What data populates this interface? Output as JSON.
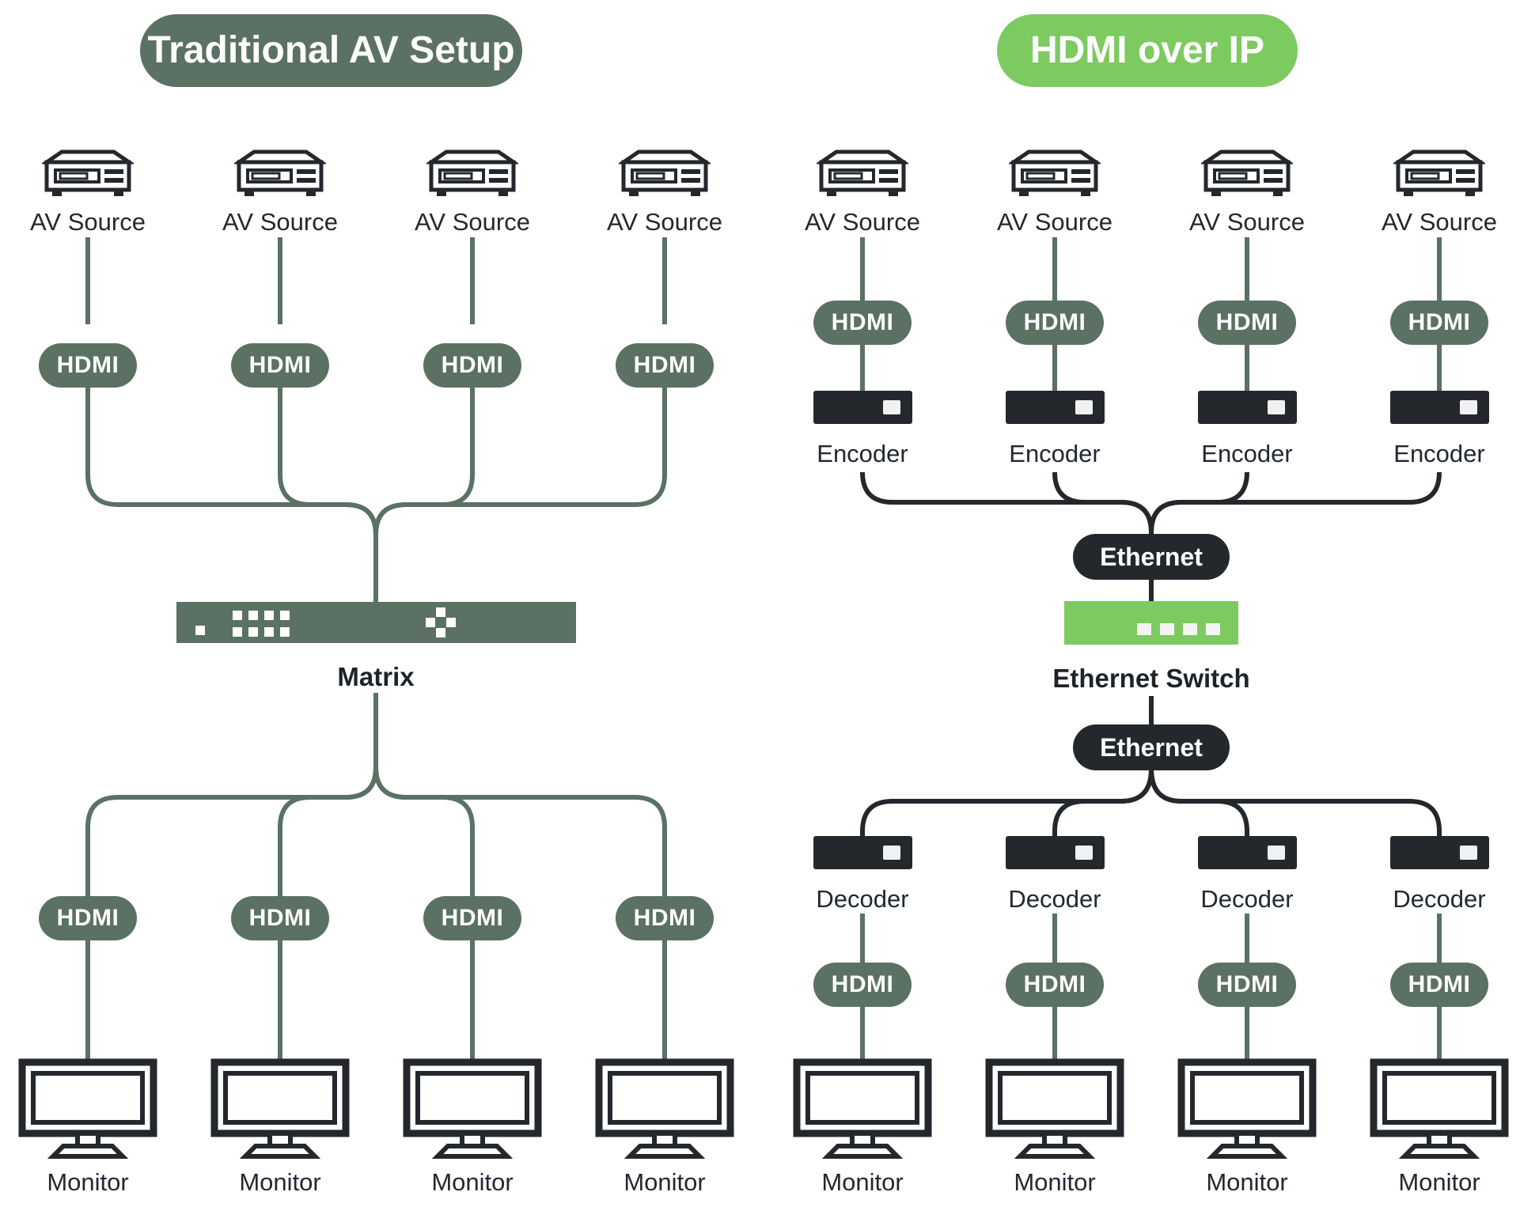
{
  "left_panel": {
    "title": "Traditional AV Setup",
    "av_sources": [
      "AV Source",
      "AV Source",
      "AV Source",
      "AV Source"
    ],
    "hdmi_inputs": [
      "HDMI",
      "HDMI",
      "HDMI",
      "HDMI"
    ],
    "matrix_label": "Matrix",
    "hdmi_outputs": [
      "HDMI",
      "HDMI",
      "HDMI",
      "HDMI"
    ],
    "monitors": [
      "Monitor",
      "Monitor",
      "Monitor",
      "Monitor"
    ]
  },
  "right_panel": {
    "title": "HDMI over IP",
    "av_sources": [
      "AV Source",
      "AV Source",
      "AV Source",
      "AV Source"
    ],
    "hdmi_inputs": [
      "HDMI",
      "HDMI",
      "HDMI",
      "HDMI"
    ],
    "encoders": [
      "Encoder",
      "Encoder",
      "Encoder",
      "Encoder"
    ],
    "ethernet_in_label": "Ethernet",
    "ethernet_switch_label": "Ethernet Switch",
    "ethernet_out_label": "Ethernet",
    "decoders": [
      "Decoder",
      "Decoder",
      "Decoder",
      "Decoder"
    ],
    "hdmi_outputs": [
      "HDMI",
      "HDMI",
      "HDMI",
      "HDMI"
    ],
    "monitors": [
      "Monitor",
      "Monitor",
      "Monitor",
      "Monitor"
    ]
  },
  "icons": {
    "av_source": "av-source-icon",
    "monitor": "monitor-icon",
    "encoder": "encoder-box-icon",
    "decoder": "decoder-box-icon",
    "matrix": "matrix-chassis-icon",
    "ethernet_switch": "ethernet-switch-icon"
  },
  "colors": {
    "sage_green": "#5A7163",
    "light_green": "#7DCA61",
    "dark": "#24272C",
    "label_text": "#222831",
    "background": "#FFFFFF"
  }
}
